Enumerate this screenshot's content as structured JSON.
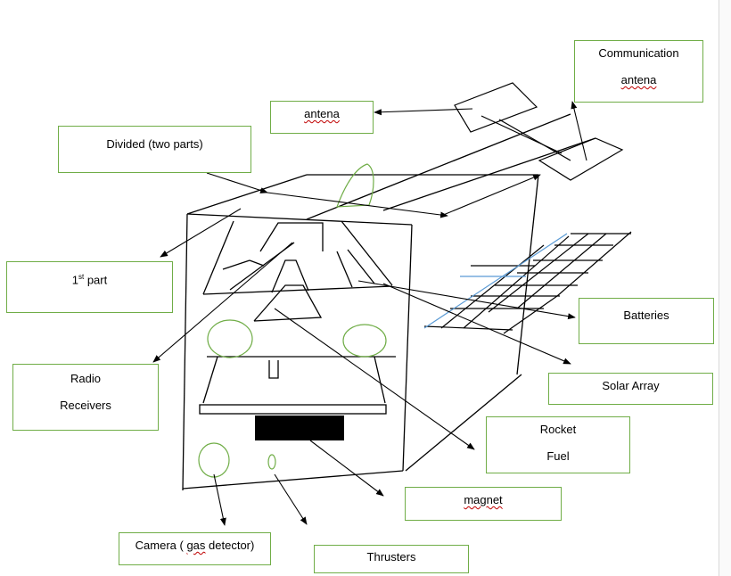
{
  "labels": {
    "communication": {
      "line1": "Communication",
      "line2": "antena"
    },
    "antena": "antena",
    "divided": "Divided (two parts)",
    "first_part": {
      "num": "1",
      "sup": "st",
      "rest": " part"
    },
    "radio": {
      "line1": "Radio",
      "line2": "Receivers"
    },
    "batteries": "Batteries",
    "solar": "Solar Array",
    "rocket": {
      "line1": "Rocket",
      "line2": "Fuel"
    },
    "magnet": "magnet",
    "camera": {
      "pre": "Camera ( ",
      "gas": "gas",
      "post": " detector)"
    },
    "thrusters": "Thrusters"
  },
  "colors": {
    "box_border": "#70ad47",
    "sketch_line": "#000000",
    "sketch_green": "#70ad47",
    "sketch_blue": "#5b9bd5"
  }
}
